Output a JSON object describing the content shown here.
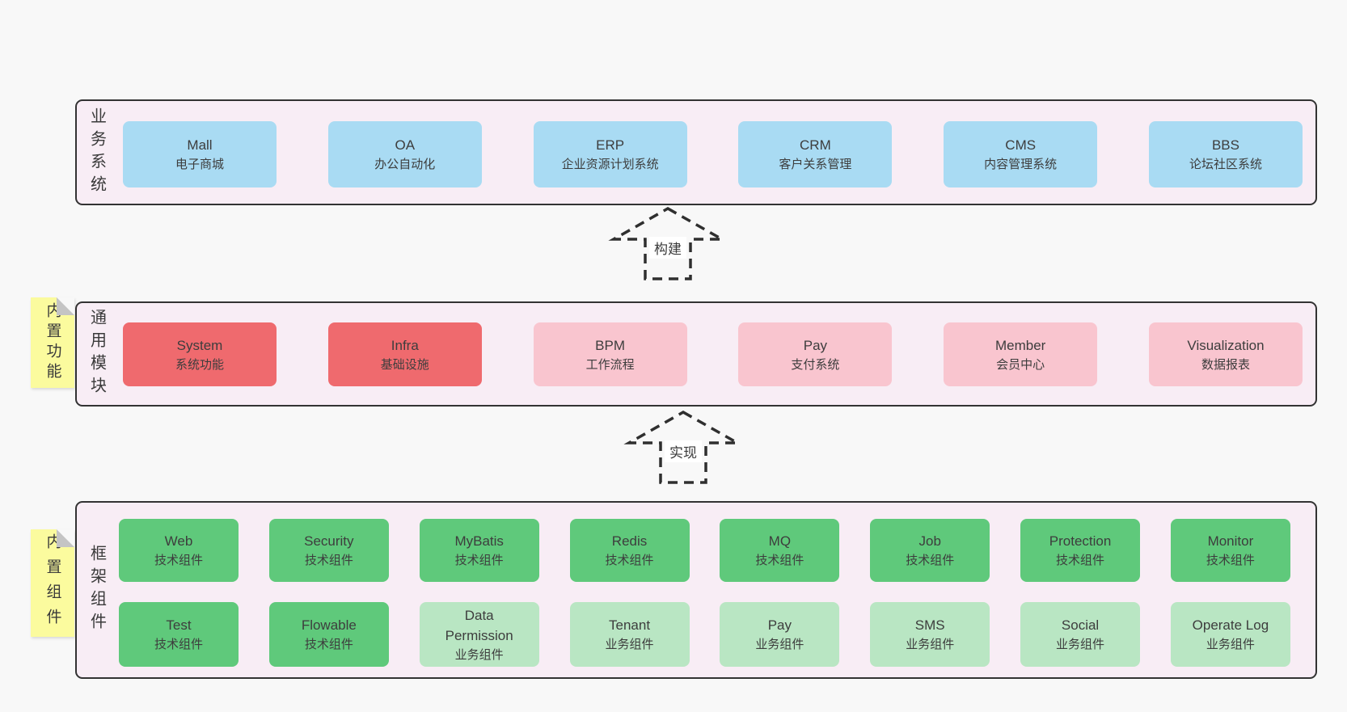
{
  "colors": {
    "page_bg": "#f8f8f8",
    "band_bg": "#f8edf5",
    "band_border": "#333333",
    "blue": "#a9dbf3",
    "red": "#ef6a6e",
    "pink": "#f9c5cf",
    "green_dark": "#5fc97b",
    "green_light": "#b9e6c3",
    "sticky": "#fbfb9e",
    "sticky_fold": "#c4c4c4",
    "arrow": "#2f2f2f",
    "text": "#3d3d3d"
  },
  "bands": [
    {
      "id": "business-systems",
      "label": "业务系统",
      "rows": [
        [
          {
            "name": "Mall",
            "desc": "电子商城",
            "color": "blue"
          },
          {
            "name": "OA",
            "desc": "办公自动化",
            "color": "blue"
          },
          {
            "name": "ERP",
            "desc": "企业资源计划系统",
            "color": "blue"
          },
          {
            "name": "CRM",
            "desc": "客户关系管理",
            "color": "blue"
          },
          {
            "name": "CMS",
            "desc": "内容管理系统",
            "color": "blue"
          },
          {
            "name": "BBS",
            "desc": "论坛社区系统",
            "color": "blue"
          }
        ]
      ]
    },
    {
      "id": "common-modules",
      "label": "通用模块",
      "sticky": "内置功能",
      "rows": [
        [
          {
            "name": "System",
            "desc": "系统功能",
            "color": "red"
          },
          {
            "name": "Infra",
            "desc": "基础设施",
            "color": "red"
          },
          {
            "name": "BPM",
            "desc": "工作流程",
            "color": "pink"
          },
          {
            "name": "Pay",
            "desc": "支付系统",
            "color": "pink"
          },
          {
            "name": "Member",
            "desc": "会员中心",
            "color": "pink"
          },
          {
            "name": "Visualization",
            "desc": "数据报表",
            "color": "pink"
          }
        ]
      ]
    },
    {
      "id": "framework-components",
      "label": "框架组件",
      "sticky": "内置组件",
      "rows": [
        [
          {
            "name": "Web",
            "desc": "技术组件",
            "color": "green_dark"
          },
          {
            "name": "Security",
            "desc": "技术组件",
            "color": "green_dark"
          },
          {
            "name": "MyBatis",
            "desc": "技术组件",
            "color": "green_dark"
          },
          {
            "name": "Redis",
            "desc": "技术组件",
            "color": "green_dark"
          },
          {
            "name": "MQ",
            "desc": "技术组件",
            "color": "green_dark"
          },
          {
            "name": "Job",
            "desc": "技术组件",
            "color": "green_dark"
          },
          {
            "name": "Protection",
            "desc": "技术组件",
            "color": "green_dark"
          },
          {
            "name": "Monitor",
            "desc": "技术组件",
            "color": "green_dark"
          }
        ],
        [
          {
            "name": "Test",
            "desc": "技术组件",
            "color": "green_dark"
          },
          {
            "name": "Flowable",
            "desc": "技术组件",
            "color": "green_dark"
          },
          {
            "name": "Data Permission",
            "desc": "业务组件",
            "color": "green_light"
          },
          {
            "name": "Tenant",
            "desc": "业务组件",
            "color": "green_light"
          },
          {
            "name": "Pay",
            "desc": "业务组件",
            "color": "green_light"
          },
          {
            "name": "SMS",
            "desc": "业务组件",
            "color": "green_light"
          },
          {
            "name": "Social",
            "desc": "业务组件",
            "color": "green_light"
          },
          {
            "name": "Operate Log",
            "desc": "业务组件",
            "color": "green_light"
          }
        ]
      ]
    }
  ],
  "arrows": [
    {
      "label": "构建"
    },
    {
      "label": "实现"
    }
  ]
}
